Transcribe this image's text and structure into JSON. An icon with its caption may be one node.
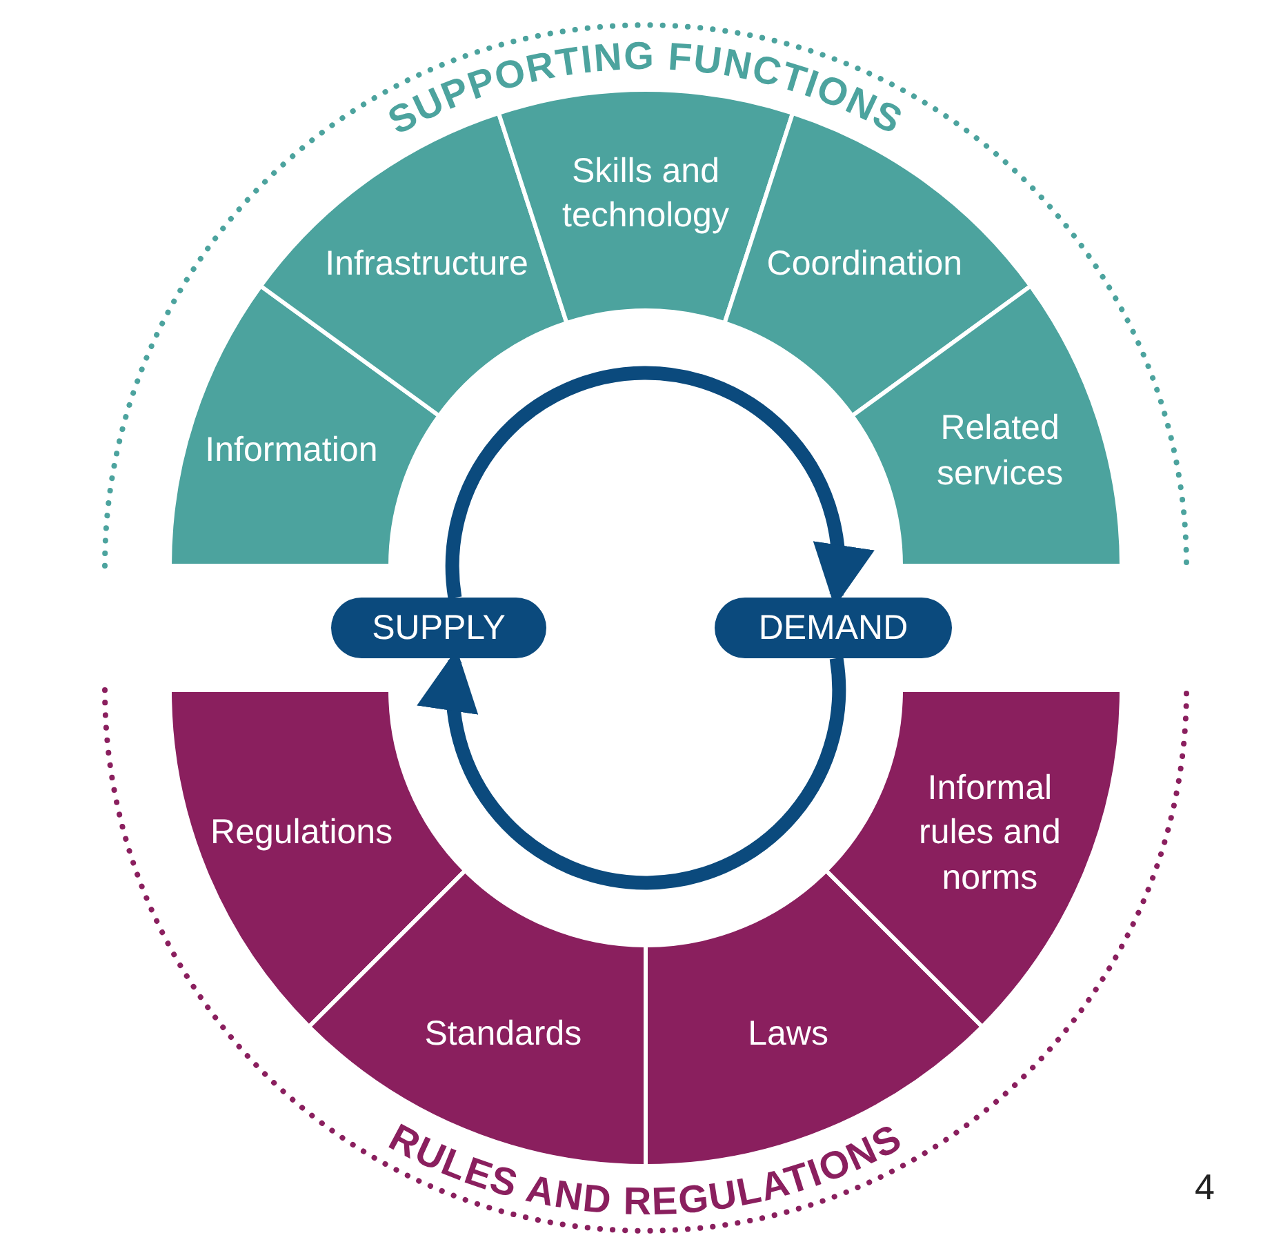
{
  "diagram": {
    "nodes": [
      {
        "text": [
          "SUPPORTING FUNCTIONS"
        ]
      },
      {
        "text": [
          "Information"
        ],
        "in": 0
      },
      {
        "text": [
          "Infrastructure"
        ],
        "in": 0
      },
      {
        "text": [
          "Skills and technology"
        ],
        "in": 0
      },
      {
        "text": [
          "Coordination"
        ],
        "in": 0
      },
      {
        "text": [
          "Related services"
        ],
        "in": 0
      },
      {
        "text": [
          "RULES AND REGULATIONS"
        ]
      },
      {
        "text": [
          "Regulations"
        ],
        "in": 6
      },
      {
        "text": [
          "Standards"
        ],
        "in": 6
      },
      {
        "text": [
          "Laws"
        ],
        "in": 6
      },
      {
        "text": [
          "Informal rules and norms"
        ],
        "in": 6
      },
      {
        "text": [
          "SUPPLY"
        ]
      },
      {
        "text": [
          "DEMAND"
        ]
      }
    ],
    "edges": [
      {
        "from": 11,
        "to": 12,
        "arrow": "to"
      },
      {
        "from": 12,
        "to": 11,
        "arrow": "to"
      }
    ],
    "labels": [
      "4"
    ]
  }
}
